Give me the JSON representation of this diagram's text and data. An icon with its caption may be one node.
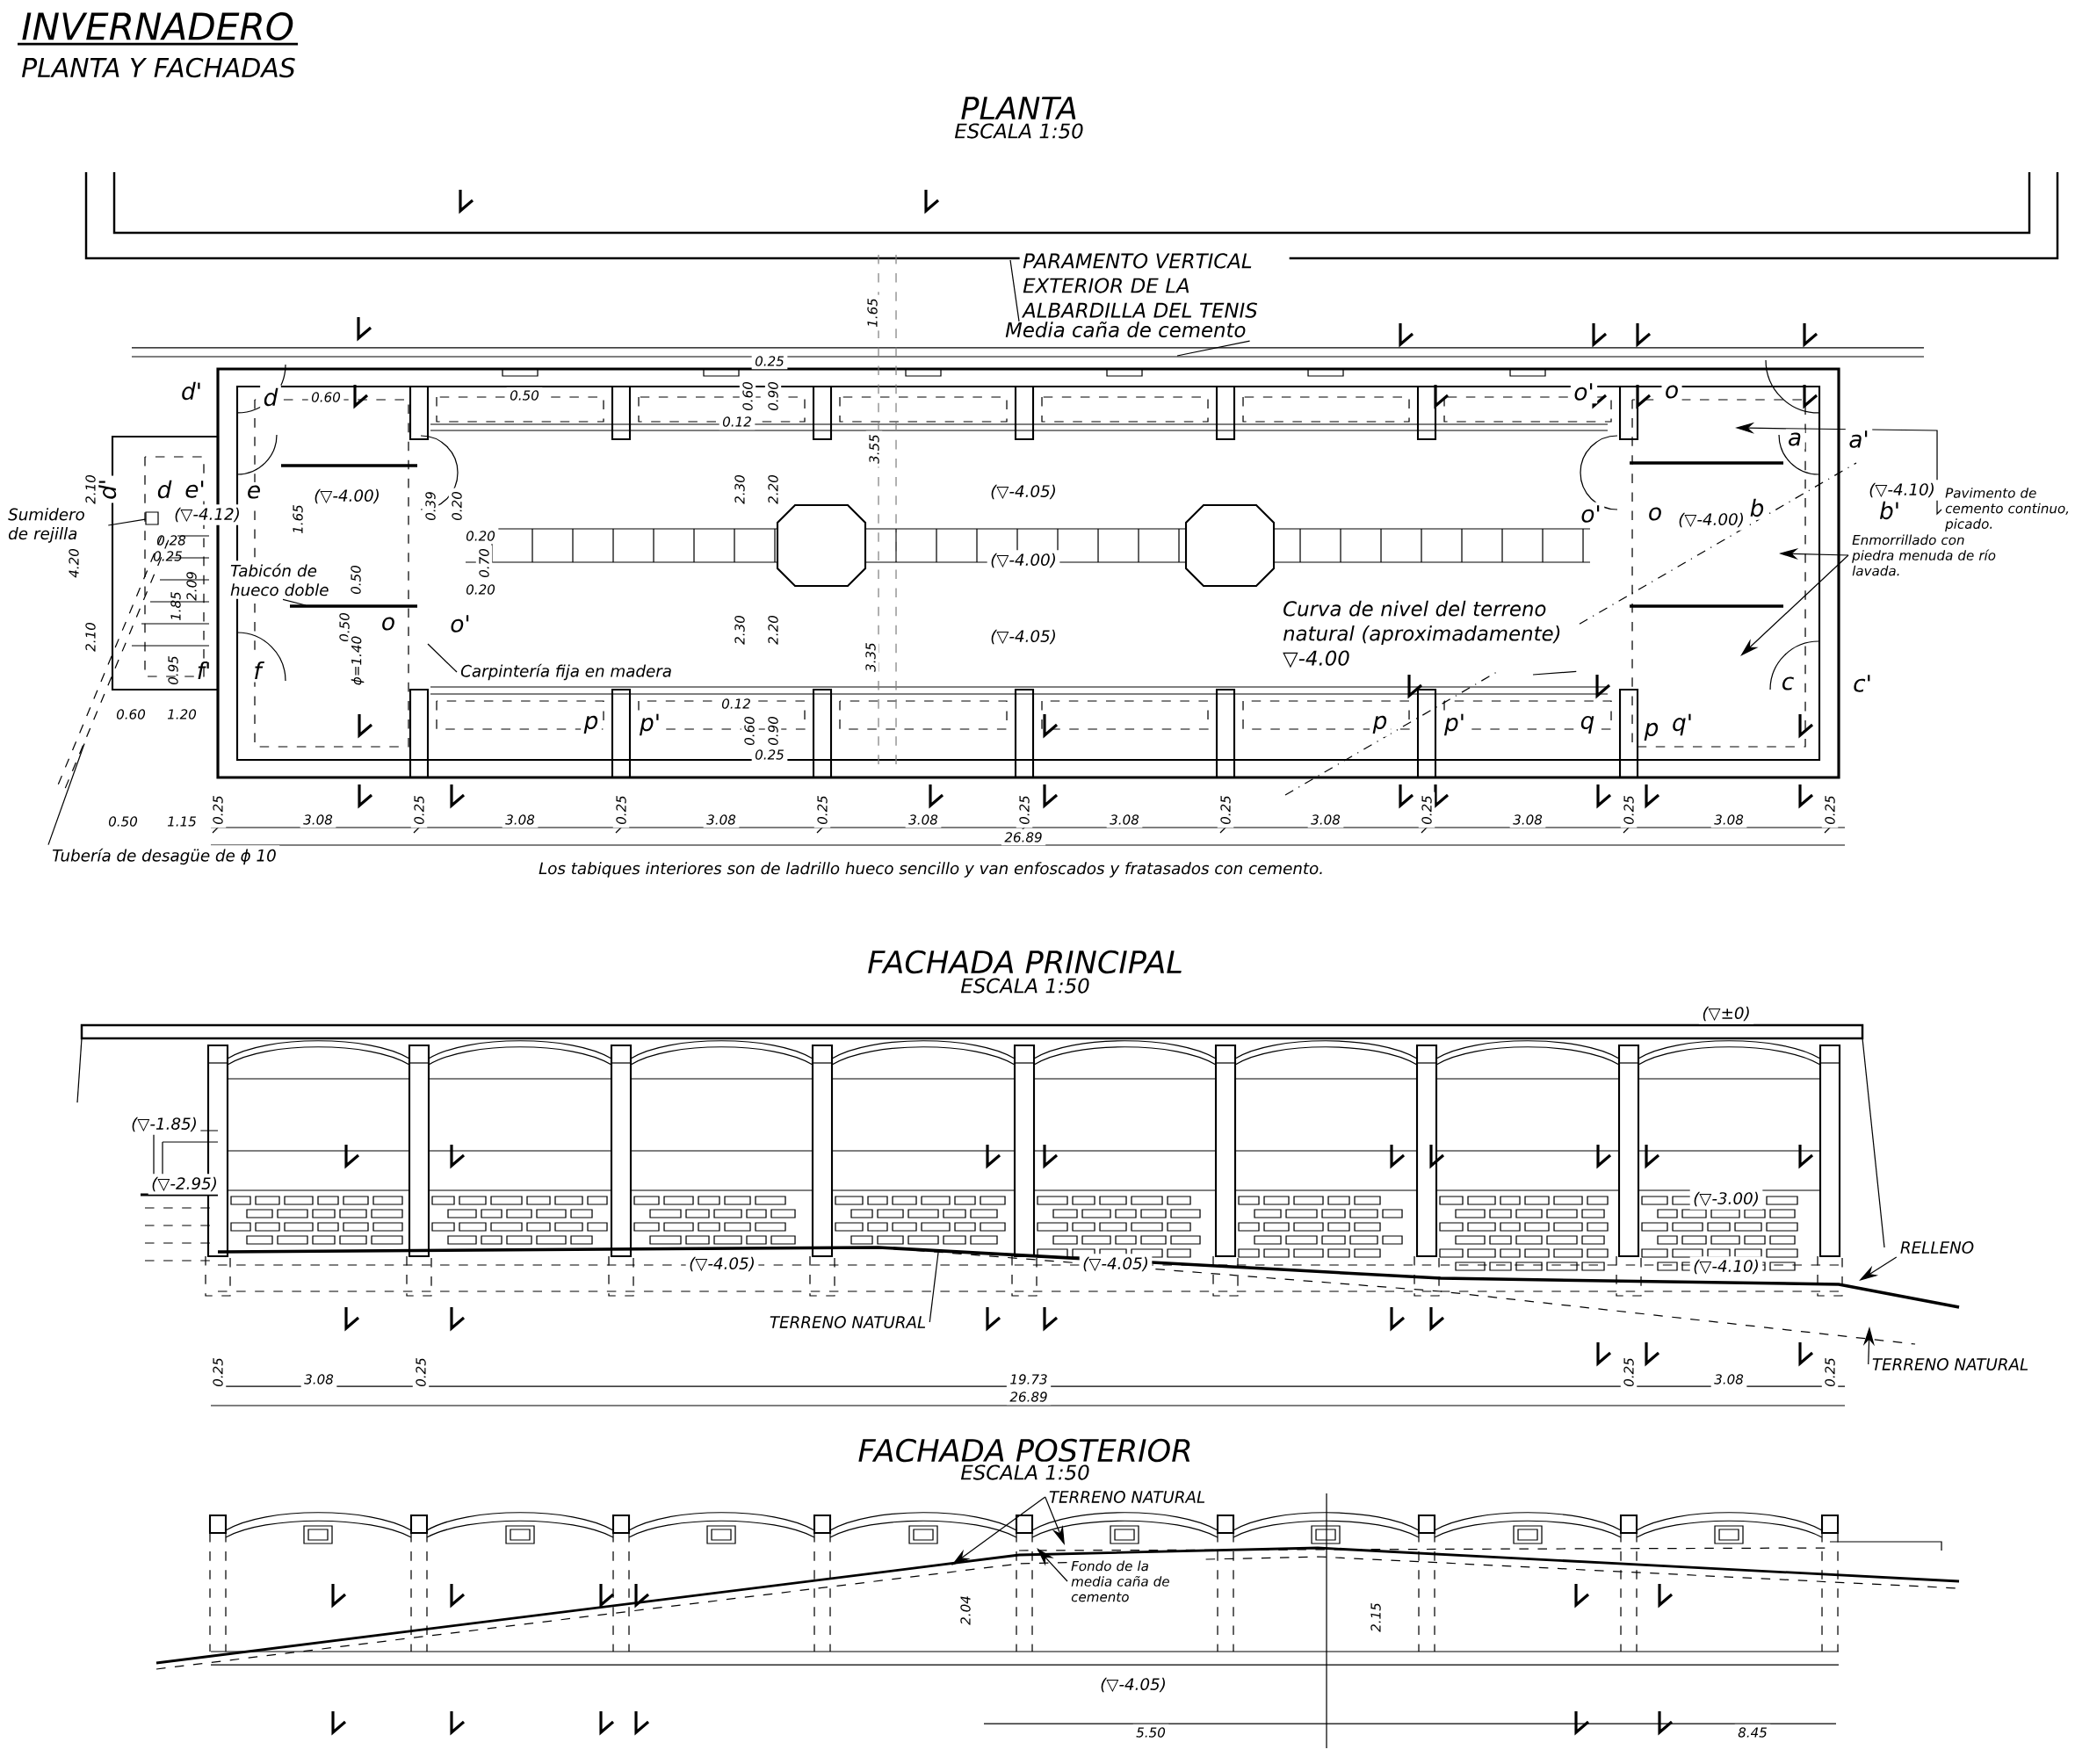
{
  "diagram": {
    "title": "INVERNADERO",
    "nodes": [
      {
        "text": [
          "PARAMENTO VERTICAL EXTERIOR DE LA ALBARDILLA DEL TENIS"
        ]
      },
      {
        "text": [
          "Media caña de cemento"
        ]
      },
      {
        "text": [
          "Sumidero de rejilla"
        ]
      },
      {
        "text": [
          "Tabicón de hueco doble"
        ]
      },
      {
        "text": [
          "Carpintería fija en madera"
        ]
      },
      {
        "text": [
          "Curva de nivel del terreno natural (aproximadamente) ▽-4.00"
        ]
      },
      {
        "text": [
          "Pavimento de cemento continuo, picado."
        ]
      },
      {
        "text": [
          "Enmorrillado con piedra menuda de río lavada."
        ]
      },
      {
        "text": [
          "Tubería de desagüe de ϕ 10"
        ]
      },
      {
        "text": [
          "TERRENO NATURAL"
        ]
      },
      {
        "text": [
          "RELLENO"
        ]
      },
      {
        "text": [
          "TERRENO NATURAL"
        ]
      },
      {
        "text": [
          "TERRENO NATURAL"
        ]
      },
      {
        "text": [
          "Fondo de la media caña de cemento"
        ]
      },
      {
        "text": [],
        "shape": "box"
      },
      {
        "text": [],
        "shape": "pipe"
      }
    ],
    "edges": [
      {
        "from": 0,
        "to": null,
        "arrow": "none"
      },
      {
        "from": 1,
        "to": null,
        "arrow": "none"
      },
      {
        "from": 2,
        "to": 14,
        "arrow": "none"
      },
      {
        "from": 3,
        "to": null,
        "arrow": "none"
      },
      {
        "from": 4,
        "to": null,
        "arrow": "none"
      },
      {
        "from": 5,
        "to": null,
        "arrow": "none"
      },
      {
        "from": 6,
        "to": null,
        "arrow": "to"
      },
      {
        "from": 7,
        "to": null,
        "arrow": "to"
      },
      {
        "from": 7,
        "to": null,
        "arrow": "to"
      },
      {
        "from": 8,
        "to": 15,
        "arrow": "none"
      },
      {
        "from": 9,
        "to": null,
        "arrow": "none"
      },
      {
        "from": 10,
        "to": null,
        "arrow": "to"
      },
      {
        "from": 11,
        "to": null,
        "arrow": "to"
      },
      {
        "from": 12,
        "to": null,
        "arrow": "to"
      },
      {
        "from": 12,
        "to": null,
        "arrow": "to"
      },
      {
        "from": 13,
        "to": null,
        "arrow": "to"
      }
    ],
    "labels": [
      "PLANTA Y FACHADAS",
      "PLANTA",
      "ESCALA 1:50",
      "(▽-4.00)",
      "(▽-4.12)",
      "(▽-4.05)",
      "(▽-4.00)",
      "(▽-4.05)",
      "(▽-4.10)",
      "(▽-4.00)",
      "d'",
      "d",
      "d'",
      "d",
      "e'",
      "e",
      "o",
      "o'",
      "f'",
      "f",
      "p",
      "p'",
      "o'",
      "o",
      "a",
      "a'",
      "o'",
      "o",
      "b",
      "b'",
      "c",
      "c'",
      "p",
      "p'",
      "q",
      "p",
      "q'",
      "Los tabiques interiores son de ladrillo hueco sencillo y van enfoscados y fratasados con cemento.",
      "1.65",
      "0.60",
      "0.50",
      "0.25",
      "0.60",
      "0.90",
      "0.12",
      "3.55",
      "4.20",
      "2.10",
      "2.10",
      "0.28",
      "0.25",
      "2.09",
      "1.85",
      "0.95",
      "1.65",
      "0.50",
      "0.50",
      "ϕ=1.40",
      "0.39",
      "0.20",
      "0.20",
      "0.70",
      "0.20",
      "2.30",
      "2.20",
      "2.30",
      "2.20",
      "3.35",
      "0.12",
      "0.60",
      "0.90",
      "0.25",
      "0.60",
      "1.20",
      "0.50",
      "1.15",
      "0.25",
      "0.25",
      "0.25",
      "0.25",
      "0.25",
      "0.25",
      "0.25",
      "0.25",
      "0.25",
      "3.08",
      "3.08",
      "3.08",
      "3.08",
      "3.08",
      "3.08",
      "3.08",
      "3.08",
      "26.89",
      "FACHADA PRINCIPAL",
      "ESCALA 1:50",
      "(▽-1.85)",
      "(▽-2.95)",
      "(▽-4.05)",
      "(▽-4.05)",
      "(▽±0)",
      "(▽-3.00)",
      "(▽-4.10)",
      "0.25",
      "3.08",
      "0.25",
      "19.73",
      "26.89",
      "0.25",
      "3.08",
      "0.25",
      "FACHADA POSTERIOR",
      "ESCALA 1:50",
      "2.04",
      "2.15",
      "(▽-4.05)",
      "5.50",
      "8.45"
    ]
  }
}
